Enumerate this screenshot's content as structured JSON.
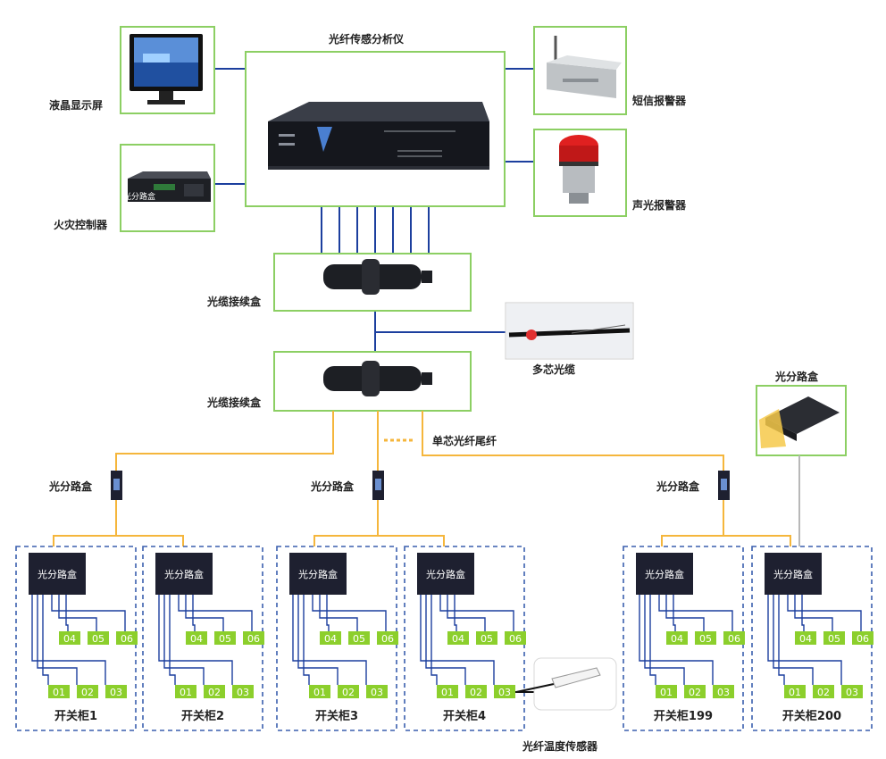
{
  "analyzer": {
    "title": "光纤传感分析仪"
  },
  "peripherals": {
    "lcd": "液晶显示屏",
    "fire_controller": "火灾控制器",
    "fire_controller_overlay": "光分路盒",
    "sms_alarm": "短信报警器",
    "sound_light_alarm": "声光报警器"
  },
  "splice_boxes": {
    "top": "光缆接续盒",
    "bottom": "光缆接续盒"
  },
  "cable": {
    "multi_core": "多芯光缆",
    "single_core_pigtail": "单芯光纤尾纤"
  },
  "splitter_label": "光分路盒",
  "remote_splitter_label": "光分路盒",
  "sensor_label": "光纤温度传感器",
  "cabinet_box_label": "光分路盒",
  "ports_top": [
    "04",
    "05",
    "06"
  ],
  "ports_bottom": [
    "01",
    "02",
    "03"
  ],
  "cabinets": [
    {
      "name": "开关柜1"
    },
    {
      "name": "开关柜2"
    },
    {
      "name": "开关柜3"
    },
    {
      "name": "开关柜4"
    },
    {
      "name": "开关柜199"
    },
    {
      "name": "开关柜200"
    }
  ],
  "colors": {
    "frame_green": "#8ccf63",
    "link_blue": "#1c3f9e",
    "fiber_orange": "#f5b63c",
    "box_dark": "#1e2030",
    "port_green": "#8ccf2c",
    "dash_blue": "#3a5fae",
    "gray_line": "#b8b8b8"
  }
}
